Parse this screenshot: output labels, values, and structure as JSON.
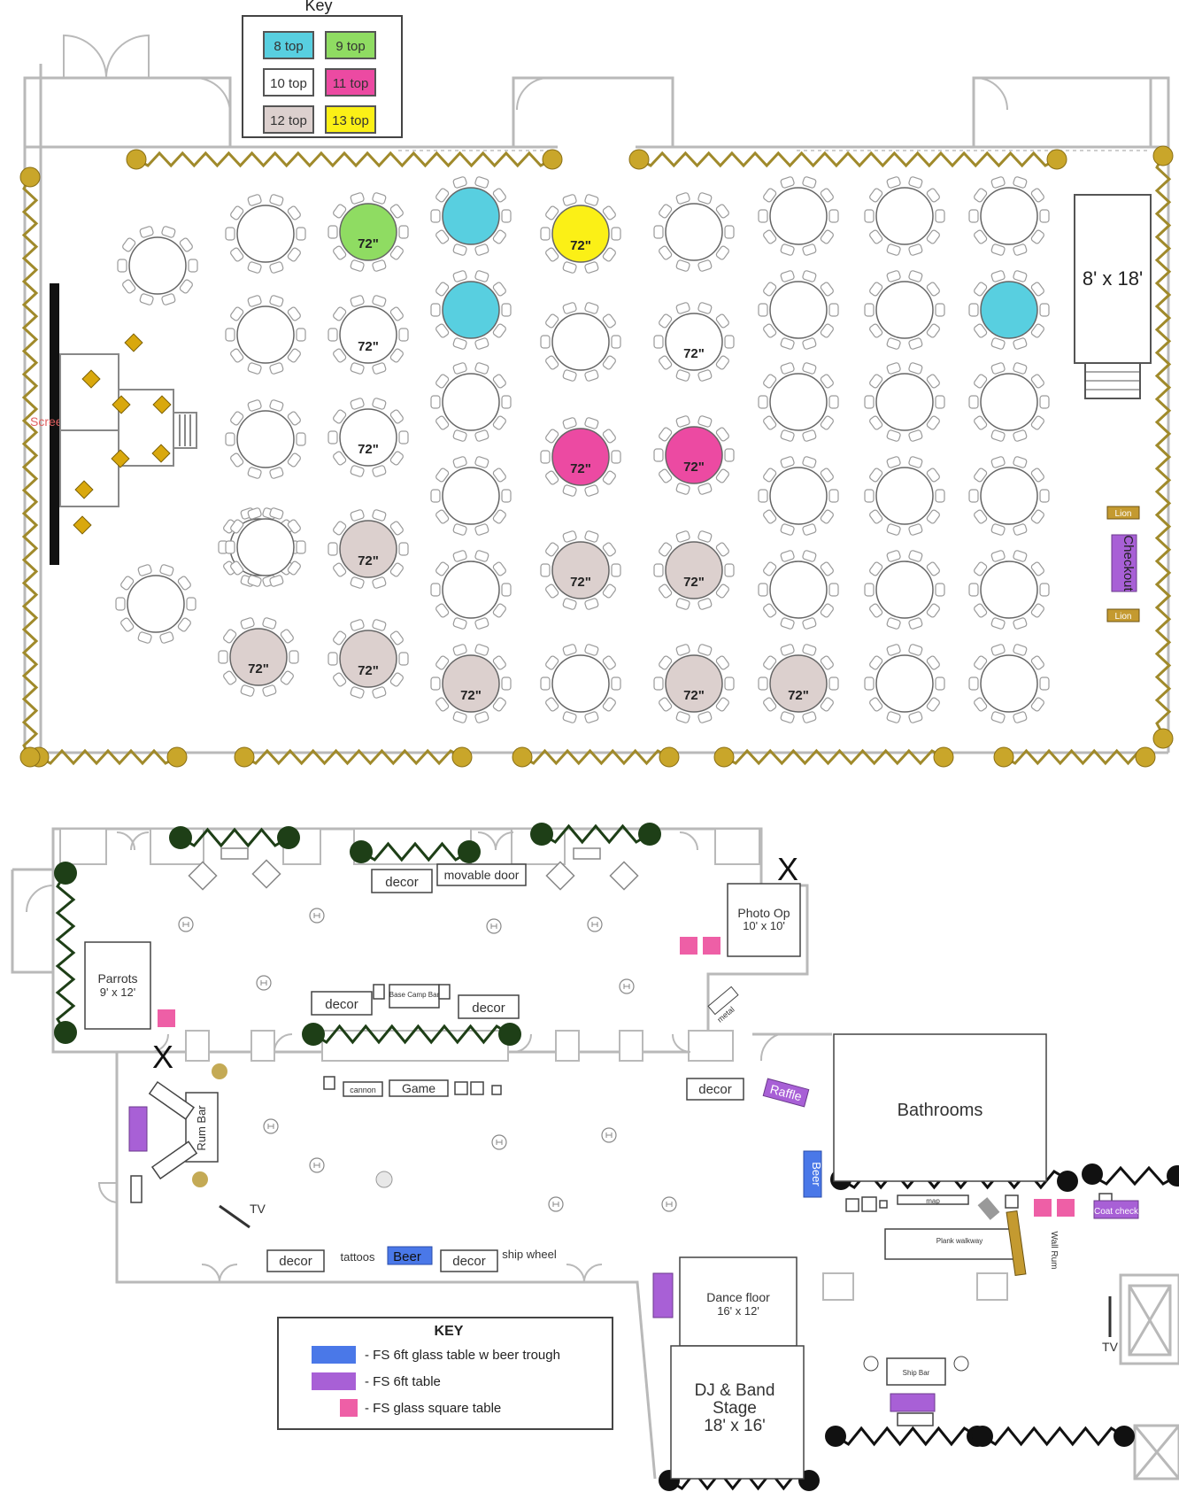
{
  "top_plan": {
    "key": {
      "title": "Key",
      "items": [
        {
          "label": "8 top",
          "color": "#58cfe0"
        },
        {
          "label": "9 top",
          "color": "#8fdc62"
        },
        {
          "label": "10 top",
          "color": "#ffffff"
        },
        {
          "label": "11 top",
          "color": "#ec4aa2"
        },
        {
          "label": "12 top",
          "color": "#dcd0ce"
        },
        {
          "label": "13 top",
          "color": "#fbf016"
        }
      ]
    },
    "table_size_label": "72\"",
    "screen_label": "Screen",
    "riser_label": "8' x 18'",
    "checkout_label": "Checkout",
    "lion_label": "Lion",
    "tables": [
      {
        "color": "#ffffff",
        "label": ""
      },
      {
        "color": "#ffffff",
        "label": ""
      },
      {
        "color": "#8fdc62",
        "label": "72\""
      },
      {
        "color": "#58cfe0",
        "label": ""
      },
      {
        "color": "#fbf016",
        "label": "72\""
      },
      {
        "color": "#ffffff",
        "label": ""
      },
      {
        "color": "#ffffff",
        "label": ""
      },
      {
        "color": "#ffffff",
        "label": ""
      },
      {
        "color": "#ffffff",
        "label": ""
      },
      {
        "color": "#ffffff",
        "label": ""
      },
      {
        "color": "#ffffff",
        "label": "72\""
      },
      {
        "color": "#58cfe0",
        "label": ""
      },
      {
        "color": "#ffffff",
        "label": ""
      },
      {
        "color": "#ffffff",
        "label": "72\""
      },
      {
        "color": "#ffffff",
        "label": ""
      },
      {
        "color": "#ffffff",
        "label": ""
      },
      {
        "color": "#58cfe0",
        "label": ""
      },
      {
        "color": "#ffffff",
        "label": ""
      },
      {
        "color": "#ffffff",
        "label": "72\""
      },
      {
        "color": "#ffffff",
        "label": ""
      },
      {
        "color": "#ec4aa2",
        "label": "72\""
      },
      {
        "color": "#ec4aa2",
        "label": "72\""
      },
      {
        "color": "#ffffff",
        "label": ""
      },
      {
        "color": "#ffffff",
        "label": ""
      },
      {
        "color": "#ffffff",
        "label": ""
      },
      {
        "color": "#ffffff",
        "label": ""
      },
      {
        "color": "#ffffff",
        "label": ""
      },
      {
        "color": "#ffffff",
        "label": ""
      },
      {
        "color": "#ffffff",
        "label": ""
      },
      {
        "color": "#ffffff",
        "label": ""
      },
      {
        "color": "#ffffff",
        "label": ""
      },
      {
        "color": "#dcd0ce",
        "label": "72\""
      },
      {
        "color": "#ffffff",
        "label": ""
      },
      {
        "color": "#dcd0ce",
        "label": "72\""
      },
      {
        "color": "#dcd0ce",
        "label": "72\""
      },
      {
        "color": "#ffffff",
        "label": ""
      },
      {
        "color": "#ffffff",
        "label": ""
      },
      {
        "color": "#ffffff",
        "label": ""
      },
      {
        "color": "#dcd0ce",
        "label": "72\""
      },
      {
        "color": "#dcd0ce",
        "label": "72\""
      },
      {
        "color": "#dcd0ce",
        "label": "72\""
      },
      {
        "color": "#ffffff",
        "label": ""
      },
      {
        "color": "#dcd0ce",
        "label": "72\""
      },
      {
        "color": "#dcd0ce",
        "label": "72\""
      },
      {
        "color": "#ffffff",
        "label": ""
      },
      {
        "color": "#ffffff",
        "label": ""
      },
      {
        "color": "#ffffff",
        "label": ""
      }
    ]
  },
  "bottom_plan": {
    "labels": {
      "decor": "decor",
      "movable_door": "movable door",
      "photo_op": "Photo Op",
      "photo_op_size": "10' x 10'",
      "parrots": "Parrots",
      "parrots_size": "9' x 12'",
      "base_camp_bar": "Base Camp Bar",
      "metal": "metal",
      "cannon": "cannon",
      "game": "Game",
      "raffle": "Raffle",
      "rum_bar": "Rum Bar",
      "tv": "TV",
      "tattoos": "tattoos",
      "beer": "Beer",
      "ship_wheel": "ship wheel",
      "bathrooms": "Bathrooms",
      "map": "map",
      "coat_check": "Coat check",
      "plank_walkway": "Plank walkway",
      "wall_rum": "Wall Rum",
      "dance_floor": "Dance floor",
      "dance_floor_size": "16' x 12'",
      "stage": "DJ & Band",
      "stage_2": "Stage",
      "stage_size": "18' x 16'",
      "ship_bar": "Ship Bar",
      "x_mark": "X"
    },
    "key": {
      "title": "KEY",
      "items": [
        {
          "label": "- FS 6ft glass table w beer trough",
          "color": "#4a78e8"
        },
        {
          "label": "- FS 6ft table",
          "color": "#a860d6"
        },
        {
          "label": "- FS glass square table",
          "color": "#ee5fa6"
        }
      ]
    }
  },
  "colors": {
    "gold": "#c9a62a",
    "drape": "#a08a2b",
    "hedge": "#1e3f17",
    "wall": "#b9b9b9",
    "chair": "#9a9a9a"
  }
}
